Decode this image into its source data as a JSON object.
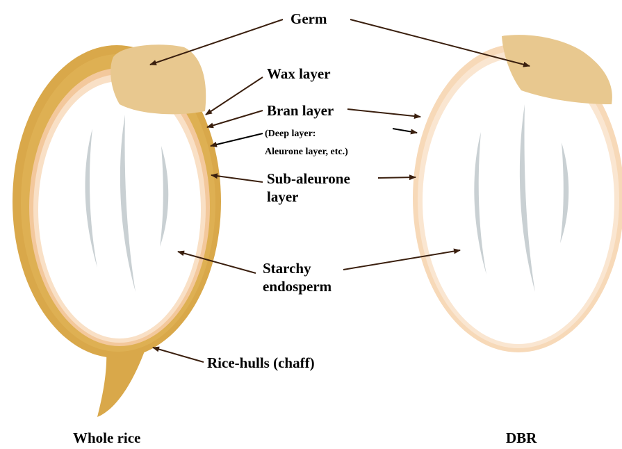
{
  "labels": {
    "germ": "Germ",
    "wax_layer": "Wax layer",
    "bran_layer": "Bran layer",
    "deep_layer_line1": "(Deep layer:",
    "deep_layer_line2": "Aleurone layer, etc.)",
    "sub_aleurone_line1": "Sub-aleurone",
    "sub_aleurone_line2": "layer",
    "starchy_line1": "Starchy",
    "starchy_line2": "endosperm",
    "rice_hulls": "Rice-hulls (chaff)"
  },
  "captions": {
    "left": "Whole rice",
    "right": "DBR"
  },
  "colors": {
    "hull": "#d9a84a",
    "hull_inner": "#e9c67a",
    "bran": "#f7d9b8",
    "aleurone": "#f3c89c",
    "germ": "#e8c88f",
    "endosperm": "#ffffff",
    "streak": "#c9d0d3",
    "arrow": "#4a2a14"
  }
}
